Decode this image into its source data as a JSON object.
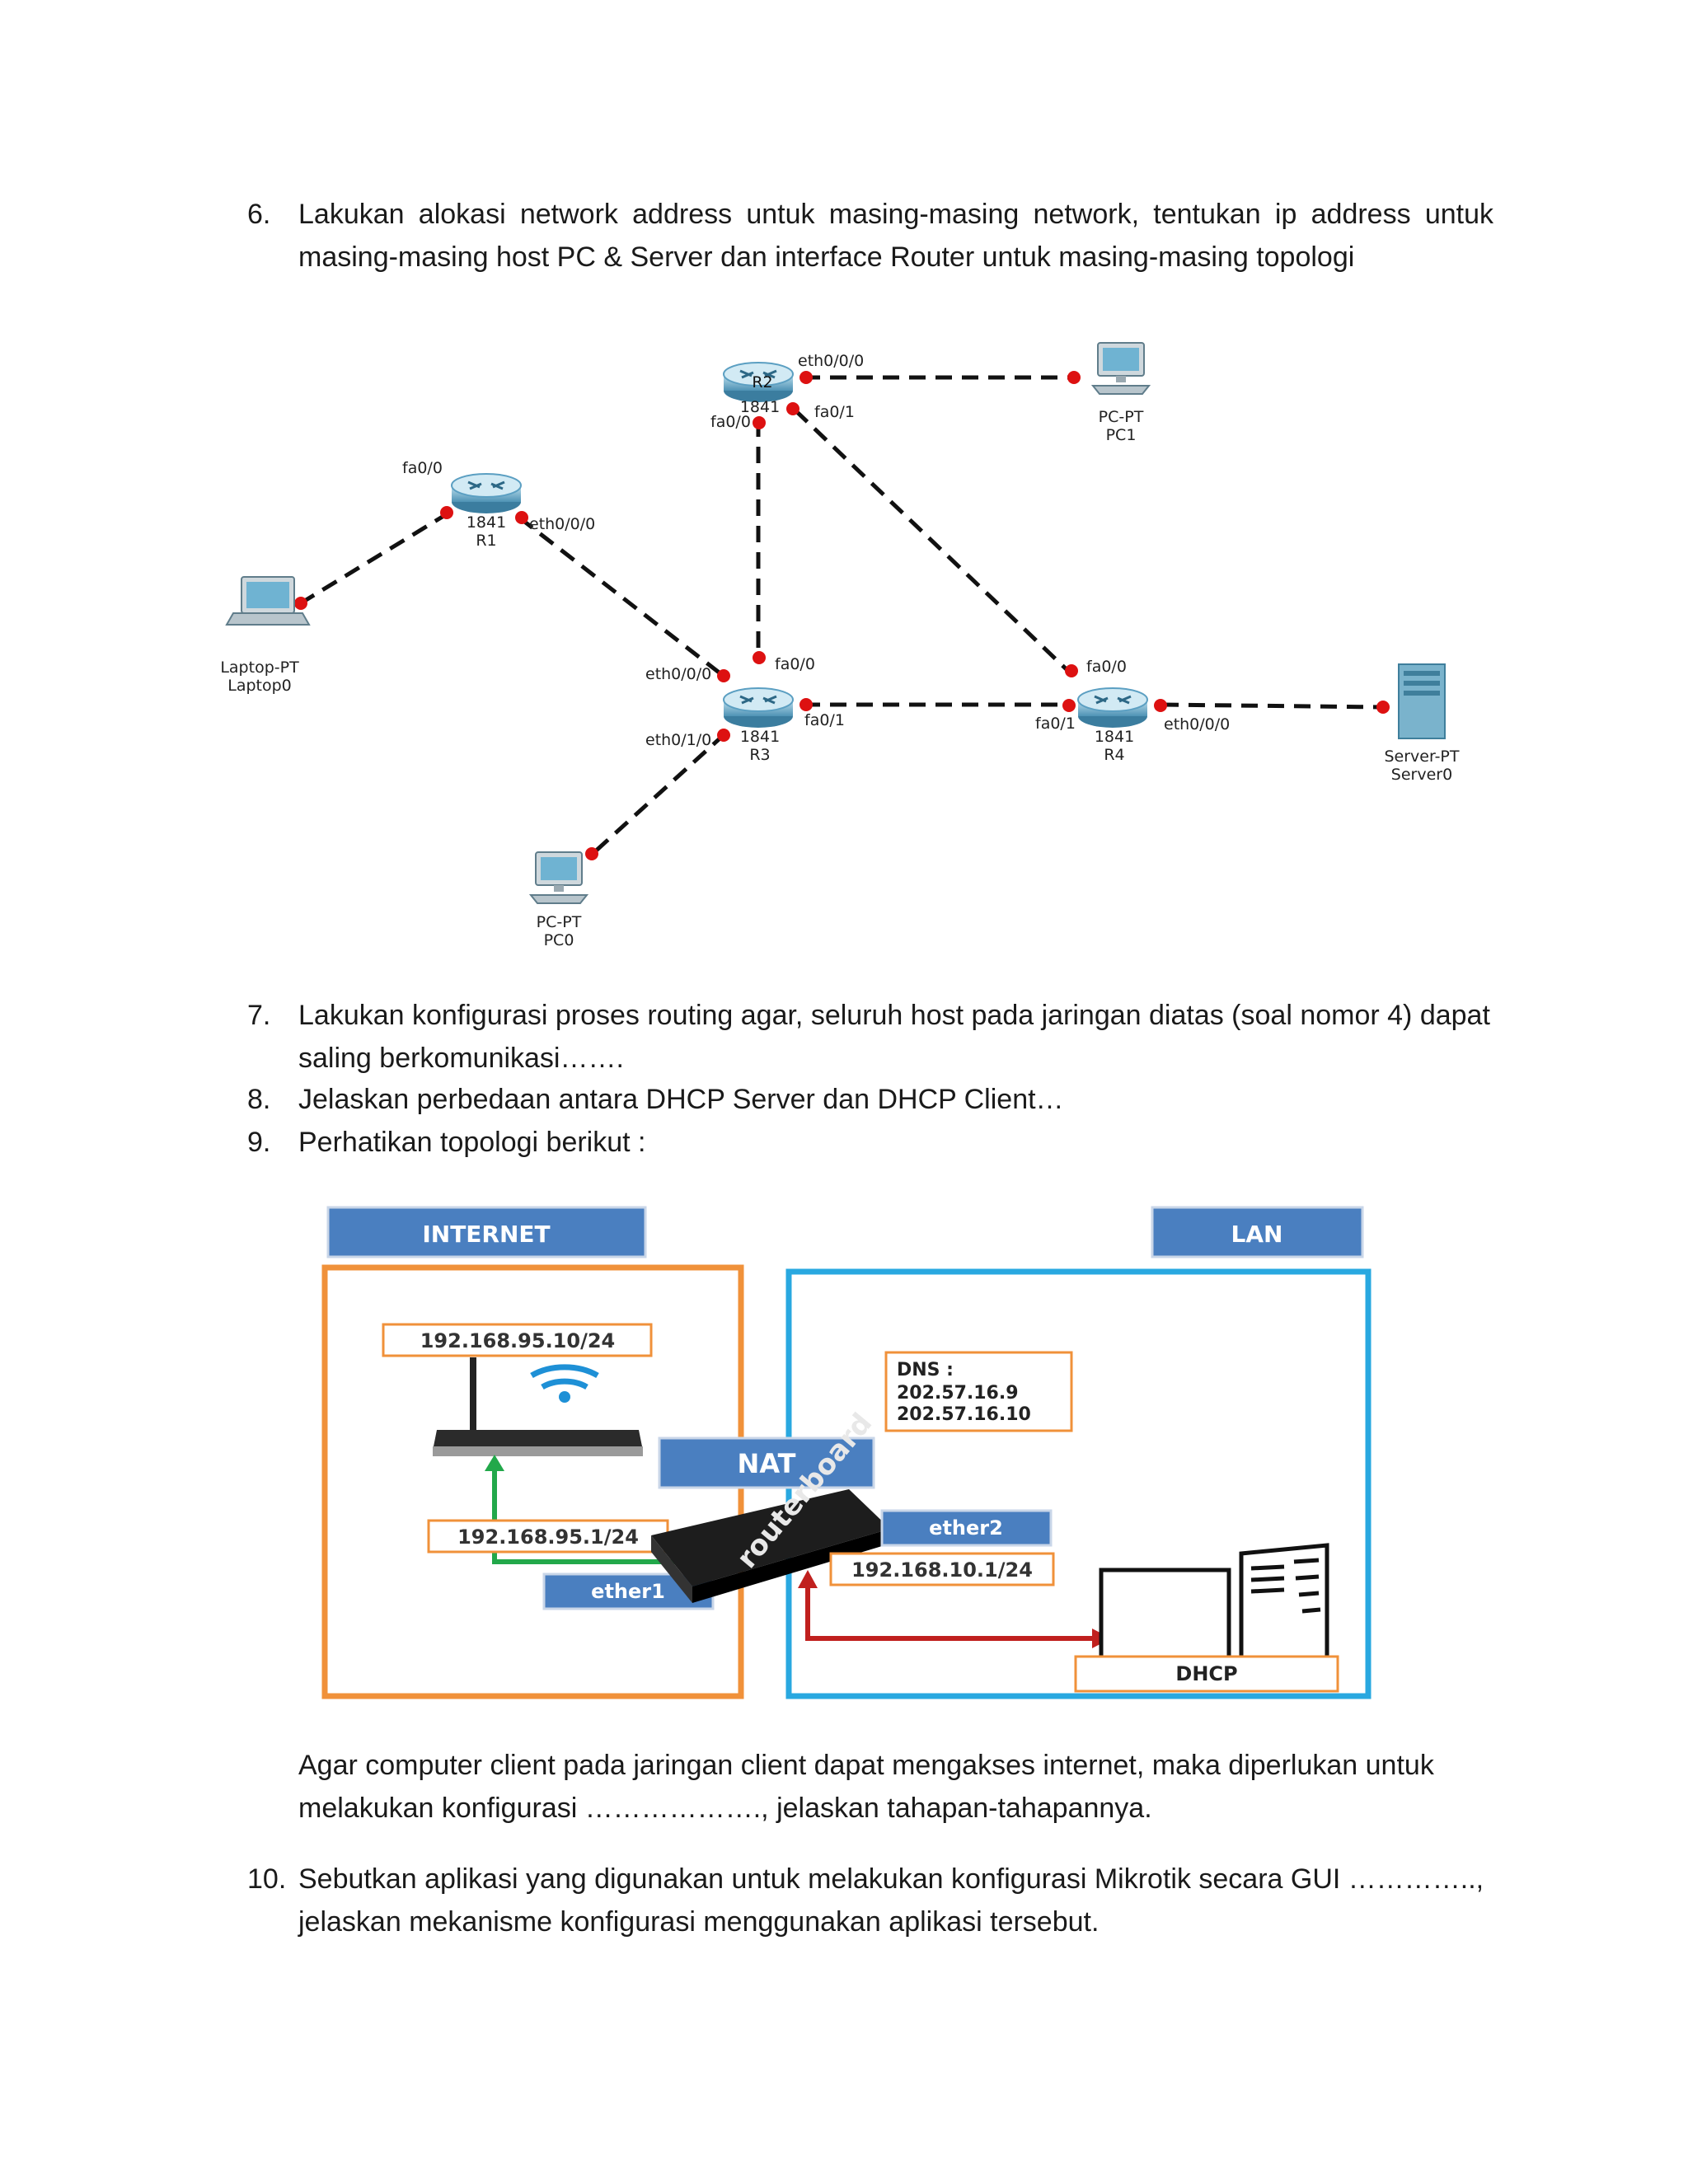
{
  "questions": [
    {
      "num": "6.",
      "text": "Lakukan alokasi network address untuk masing-masing network, tentukan ip address untuk masing-masing host PC & Server dan interface Router untuk masing-masing topologi"
    },
    {
      "num": "7.",
      "text": "Lakukan konfigurasi proses routing agar, seluruh host pada jaringan diatas (soal nomor 4) dapat saling berkomunikasi……."
    },
    {
      "num": "8.",
      "text": "Jelaskan perbedaan antara DHCP Server dan DHCP Client…"
    },
    {
      "num": "9.",
      "text": "Perhatikan topologi berikut :"
    },
    {
      "num": "10.",
      "text": "Sebutkan aplikasi yang digunakan untuk melakukan konfigurasi Mikrotik secara GUI ………….., jelaskan mekanisme konfigurasi menggunakan aplikasi tersebut."
    }
  ],
  "q9_paragraph": "Agar computer client pada jaringan client dapat mengakses internet, maka diperlukan untuk melakukan konfigurasi ………………., jelaskan tahapan-tahapannya.",
  "topology": {
    "r2": {
      "name": "R2",
      "model": "1841",
      "if_eth": "eth0/0/0",
      "if_fa0": "fa0/0",
      "if_fa1": "fa0/1"
    },
    "r1": {
      "name": "R1",
      "model": "1841",
      "if_fa0": "fa0/0",
      "if_eth": "eth0/0/0"
    },
    "r3": {
      "name": "R3",
      "model": "1841",
      "if_fa0": "fa0/0",
      "if_fa1": "fa0/1",
      "if_eth000": "eth0/0/0",
      "if_eth010": "eth0/1/0"
    },
    "r4": {
      "name": "R4",
      "model": "1841",
      "if_fa0": "fa0/0",
      "if_fa1": "fa0/1",
      "if_eth": "eth0/0/0"
    },
    "pc1": {
      "type": "PC-PT",
      "name": "PC1"
    },
    "pc0": {
      "type": "PC-PT",
      "name": "PC0"
    },
    "laptop": {
      "type": "Laptop-PT",
      "name": "Laptop0"
    },
    "server": {
      "type": "Server-PT",
      "name": "Server0"
    }
  },
  "nat_diagram": {
    "internet_label": "INTERNET",
    "lan_label": "LAN",
    "wan_ip": "192.168.95.10/24",
    "gateway_ip": "192.168.95.1/24",
    "ether1": "ether1",
    "nat": "NAT",
    "ether2": "ether2",
    "lan_ip": "192.168.10.1/24",
    "dns_label": "DNS :",
    "dns1": "202.57.16.9",
    "dns2": "202.57.16.10",
    "dhcp": "DHCP",
    "device_brand": "routerboard",
    "colors": {
      "internet_box": "#f0913a",
      "lan_box": "#29a8e0",
      "header": "#4a7fc0",
      "arrow_green": "#22a84a",
      "arrow_red": "#c0201e",
      "link_dot": "#dd1111"
    }
  }
}
